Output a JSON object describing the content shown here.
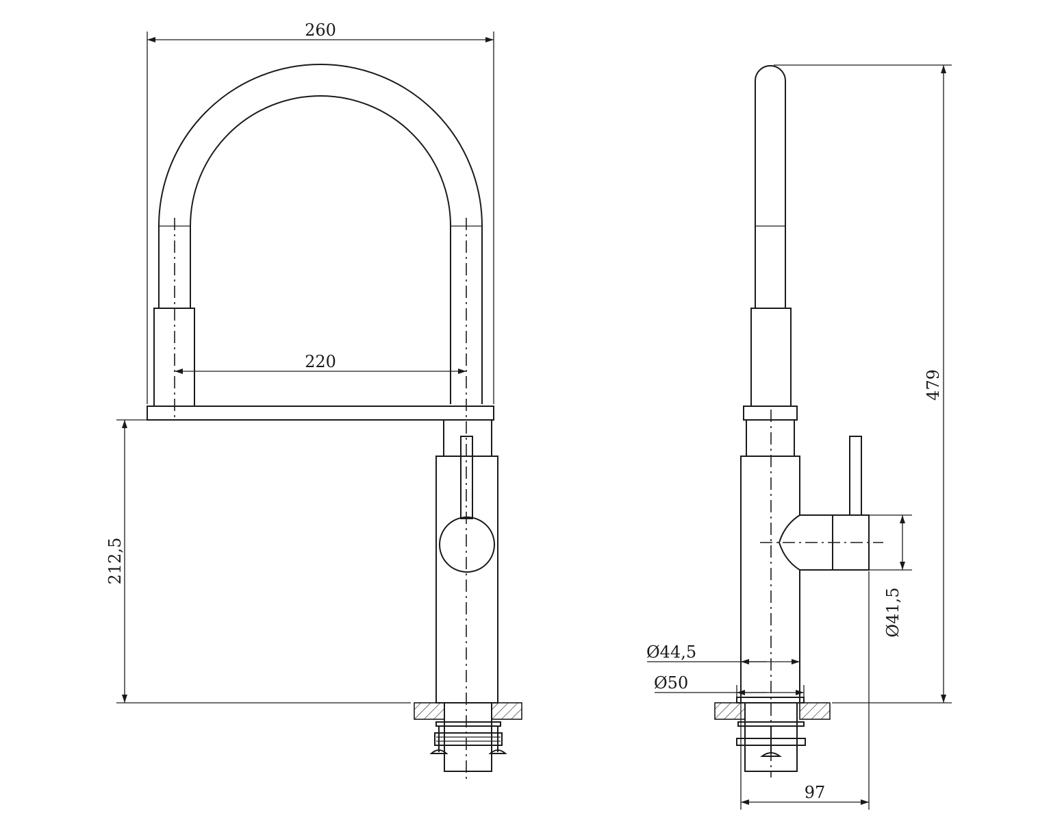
{
  "front_view": {
    "overall_width": "260",
    "spout_spacing": "220",
    "body_height": "212,5"
  },
  "side_view": {
    "overall_height": "479",
    "lever_diameter": "Ø41,5",
    "body_diameter": "Ø44,5",
    "base_diameter": "Ø50",
    "projection": "97"
  },
  "colors": {
    "line": "#1a1a1a",
    "background": "#ffffff"
  }
}
